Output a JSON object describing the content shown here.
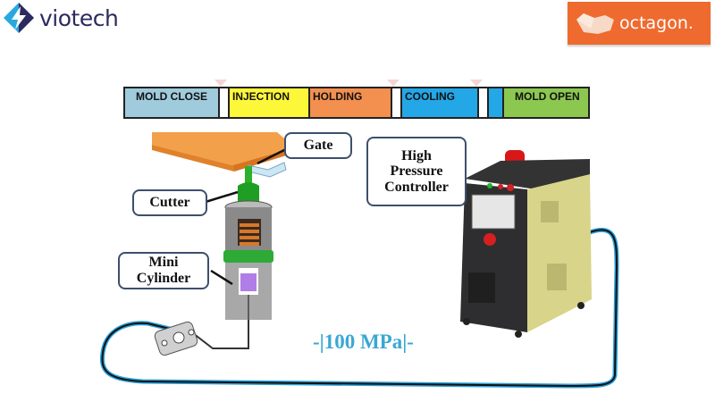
{
  "logos": {
    "left": {
      "name": "viotech",
      "colors": {
        "accent": "#29a8e0",
        "dark": "#2c2a5e"
      }
    },
    "right": {
      "name": "octagon.",
      "colors": {
        "background": "#ef6a2f",
        "text": "#ffffff"
      }
    }
  },
  "phase_bar": {
    "phases": [
      {
        "label": "MOLD CLOSE",
        "color": "#9fcbdc"
      },
      {
        "label": "INJECTION",
        "color": "#fdf73a"
      },
      {
        "label": "HOLDING",
        "color": "#f38f4f"
      },
      {
        "label": "COOLING",
        "color": "#24a7e6"
      },
      {
        "label": "MOLD OPEN",
        "color": "#8cc850"
      }
    ]
  },
  "callouts": {
    "gate": "Gate",
    "cutter": "Cutter",
    "mini_cylinder_line1": "Mini",
    "mini_cylinder_line2": "Cylinder",
    "controller_line1": "High",
    "controller_line2": "Pressure",
    "controller_line3": "Controller"
  },
  "pressure_label": "-|100 MPa|-"
}
